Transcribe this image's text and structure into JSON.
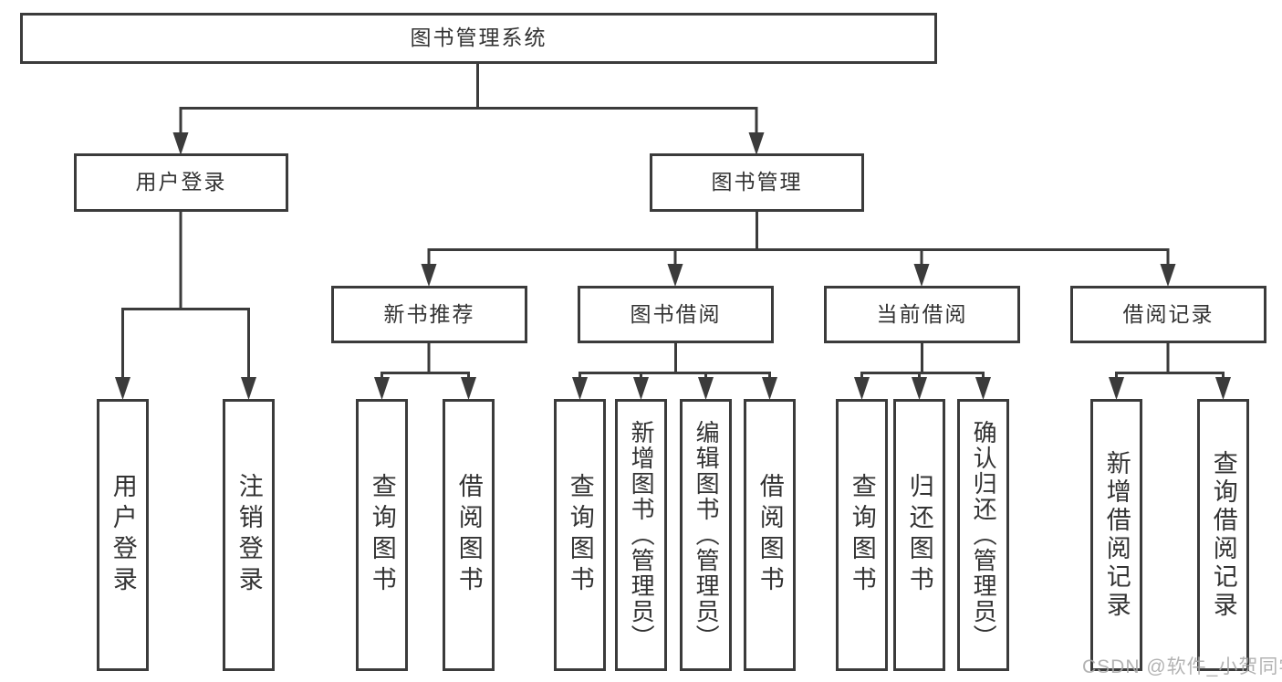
{
  "colors": {
    "line": "#3b3b3b",
    "box_border": "#3b3b3b",
    "text": "#333333",
    "background": "#ffffff",
    "watermark": "#a9a9a9"
  },
  "watermark": {
    "text": "CSDN @软件_小贺同学"
  },
  "diagram": {
    "type": "hierarchy-tree",
    "root": {
      "label": "图书管理系统"
    },
    "branches": [
      {
        "label": "用户登录",
        "children": [
          {
            "label": "用户登录"
          },
          {
            "label": "注销登录"
          }
        ]
      },
      {
        "label": "图书管理",
        "children": [
          {
            "label": "新书推荐",
            "children": [
              {
                "label": "查询图书"
              },
              {
                "label": "借阅图书"
              }
            ]
          },
          {
            "label": "图书借阅",
            "children": [
              {
                "label": "查询图书"
              },
              {
                "label": "新增图书（管理员）"
              },
              {
                "label": "编辑图书（管理员）"
              },
              {
                "label": "借阅图书"
              }
            ]
          },
          {
            "label": "当前借阅",
            "children": [
              {
                "label": "查询图书"
              },
              {
                "label": "归还图书"
              },
              {
                "label": "确认归还（管理员）"
              }
            ]
          },
          {
            "label": "借阅记录",
            "children": [
              {
                "label": "新增借阅记录"
              },
              {
                "label": "查询借阅记录"
              }
            ]
          }
        ]
      }
    ]
  }
}
